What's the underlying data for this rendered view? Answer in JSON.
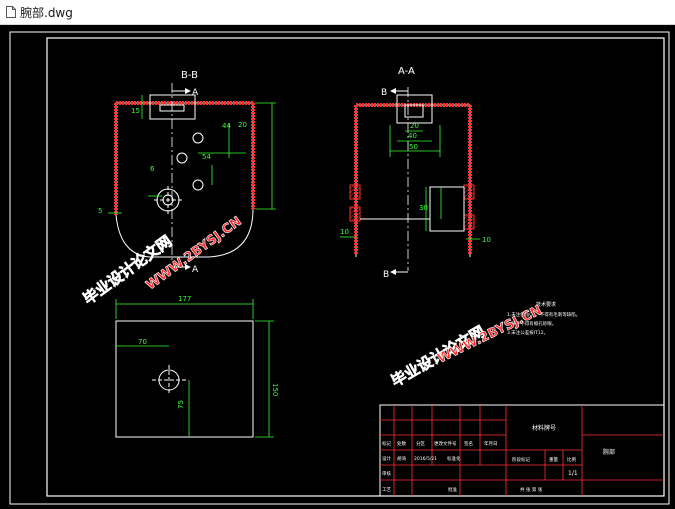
{
  "window": {
    "title": "腕部.dwg",
    "file_icon": "document-icon"
  },
  "colors": {
    "background": "#000000",
    "frame": "#ffffff",
    "dimension": "#33ff33",
    "section": "#ff3030",
    "hatch": "#ff3030",
    "watermark": "#ff2a2a"
  },
  "drawing": {
    "view_bb": {
      "title": "B-B",
      "cut_label_top": "A",
      "cut_label_bottom": "A",
      "dims": {
        "d15": "15",
        "d44": "44",
        "d20": "20",
        "d54": "54",
        "d6": "6",
        "d5": "5"
      }
    },
    "view_aa": {
      "title": "A-A",
      "cut_label_top": "B",
      "cut_label_bottom": "B",
      "dims": {
        "d20": "20",
        "d40": "40",
        "d50": "50",
        "d30": "30",
        "d10_left": "10",
        "d10_right": "10"
      }
    },
    "plan_view": {
      "dims": {
        "width": "177",
        "hole_x": "70",
        "height": "150",
        "hole_y": "75"
      }
    },
    "notes": {
      "heading": "技术要求",
      "lines": [
        "1.未注倒角C1，不得有毛刺等缺陷。",
        "2.铸件不得有缩孔砂眼。",
        "3.未注公差按IT12。"
      ]
    },
    "title_block": {
      "left_row1": [
        "标记",
        "处数",
        "分区",
        "更改文件号",
        "签名",
        "年月日"
      ],
      "left_row2": [
        "设计",
        "胡涛",
        "2016/5/21",
        "标准化"
      ],
      "left_row3": [
        "审核"
      ],
      "left_row4": [
        "工艺",
        "批准"
      ],
      "name": "材料牌号",
      "right_row": [
        "阶段标记",
        "重量",
        "比例"
      ],
      "scale": "1/1",
      "sheet": "共 张  第 张",
      "drawing_name": "腕部"
    }
  },
  "watermarks": [
    {
      "text": "毕业设计论文网"
    },
    {
      "text": "WWW.2BYSJ.CN"
    },
    {
      "text": "毕业设计论文网"
    },
    {
      "text": "WWW.2BYSJ.CN"
    }
  ]
}
